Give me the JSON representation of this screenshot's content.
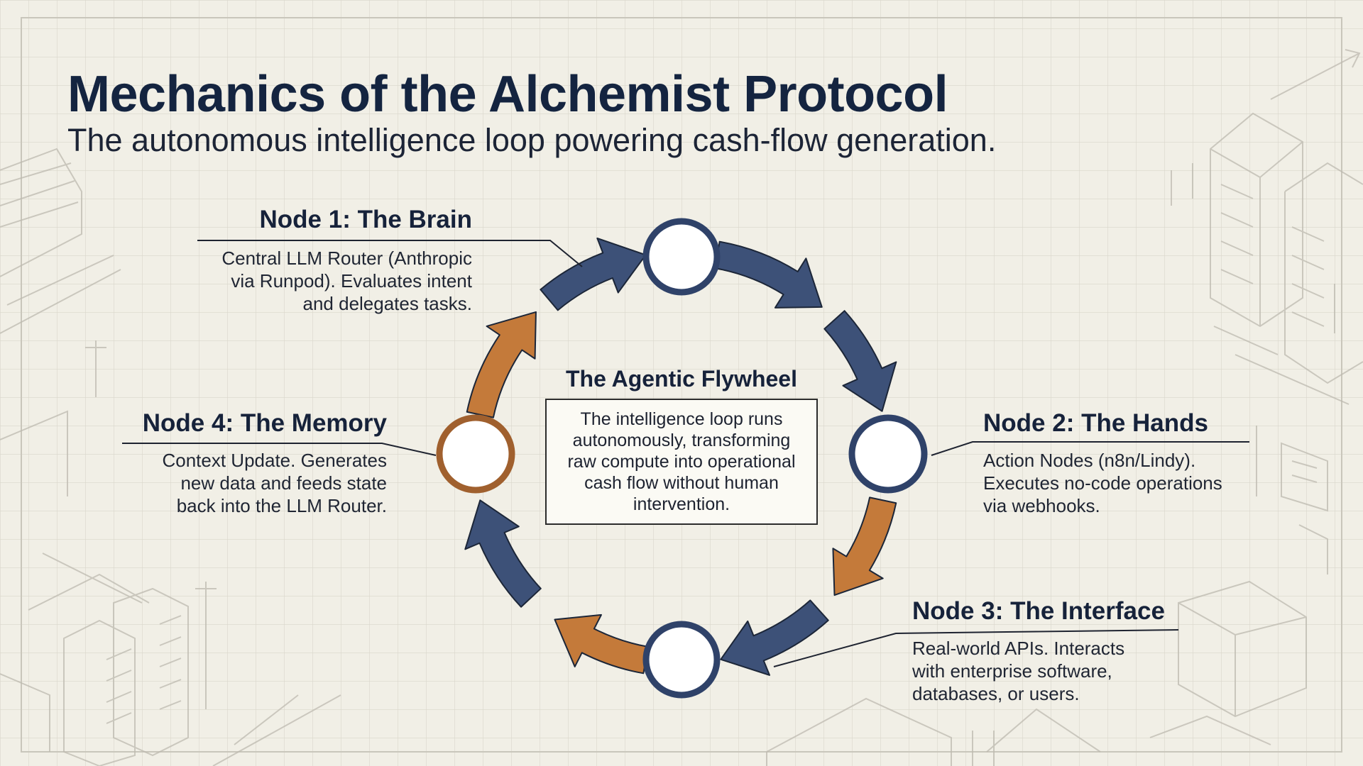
{
  "title": "Mechanics of the Alchemist Protocol",
  "subtitle": "The autonomous intelligence loop powering cash-flow generation.",
  "center": {
    "title": "The Agentic Flywheel",
    "lines": [
      "The intelligence loop runs",
      "autonomously, transforming",
      "raw compute into operational",
      "cash flow without human",
      "intervention."
    ]
  },
  "nodes": [
    {
      "title": "Node 1: The Brain",
      "lines": [
        "Central LLM Router (Anthropic",
        "via Runpod). Evaluates intent",
        "and delegates tasks."
      ]
    },
    {
      "title": "Node 2: The Hands",
      "lines": [
        "Action Nodes (n8n/Lindy).",
        "Executes no-code operations",
        "via webhooks."
      ]
    },
    {
      "title": "Node 3: The Interface",
      "lines": [
        "Real-world APIs. Interacts",
        "with enterprise software,",
        "databases, or users."
      ]
    },
    {
      "title": "Node 4: The Memory",
      "lines": [
        "Context Update. Generates",
        "new data and feeds state",
        "back into the LLM Router."
      ]
    }
  ],
  "colors": {
    "navy": "#3d5178",
    "orange": "#c47a3a",
    "ink": "#142440",
    "paper": "#f1efe6"
  }
}
